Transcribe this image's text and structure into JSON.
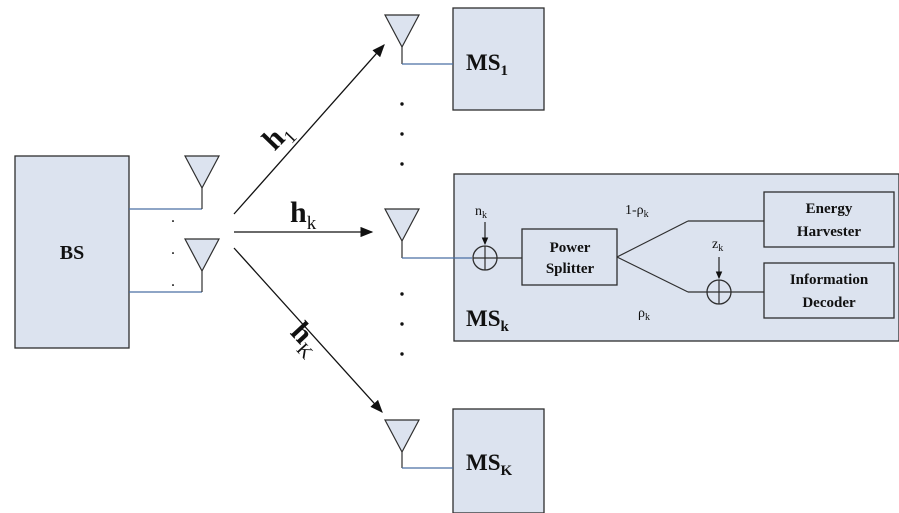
{
  "bs_label": "BS",
  "ms1": {
    "main": "MS",
    "sub": "1"
  },
  "msk": {
    "main": "MS",
    "sub": "k"
  },
  "msK": {
    "main": "MS",
    "sub": "K"
  },
  "h1": {
    "main": "h",
    "sub": "1"
  },
  "hk": {
    "main": "h",
    "sub": "k"
  },
  "hK": {
    "main": "h",
    "sub": "K"
  },
  "noise_n": {
    "main": "n",
    "sub": "k"
  },
  "noise_z": {
    "main": "z",
    "sub": "k"
  },
  "split_upper": {
    "pre": "1-ρ",
    "sub": "k"
  },
  "split_lower": {
    "main": "ρ",
    "sub": "k"
  },
  "power_splitter": {
    "line1": "Power",
    "line2": "Splitter"
  },
  "energy_harvester": {
    "line1": "Energy",
    "line2": "Harvester"
  },
  "information_decoder": {
    "line1": "Information",
    "line2": "Decoder"
  },
  "bs_dots": ".",
  "colors": {
    "fill": "#dce3ef",
    "stroke": "#2e2e2e",
    "link": "#4a6fa5"
  }
}
